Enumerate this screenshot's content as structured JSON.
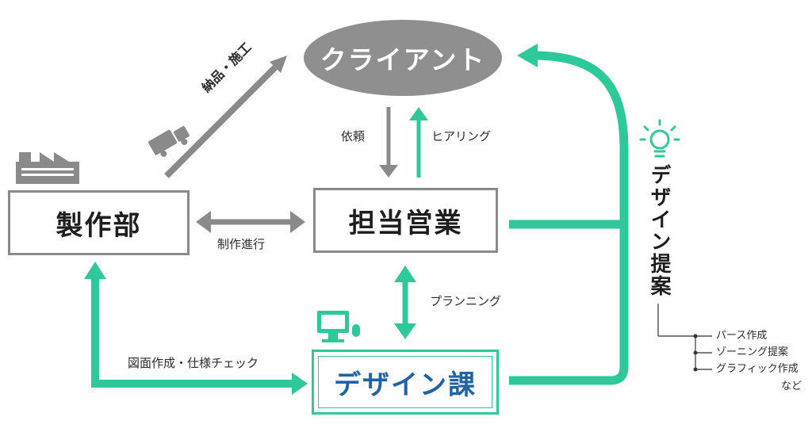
{
  "nodes": {
    "client": "クライアント",
    "sales": "担当営業",
    "factory": "製作部",
    "design": "デザイン課"
  },
  "edges": {
    "request": "依頼",
    "hearing": "ヒアリング",
    "delivery": "納品・施工",
    "progress": "制作進行",
    "planning": "プランニング",
    "check": "図面作成・仕様チェック"
  },
  "proposal": {
    "title": "デザイン提案",
    "items": [
      "パース作成",
      "ゾーニング提案",
      "グラフィック作成"
    ],
    "etc": "など"
  },
  "colors": {
    "accent_green": "#2ec99b",
    "gray_arrow": "#8a8a8a",
    "client_fill": "#8f8f8f",
    "design_text": "#1d63a6"
  }
}
